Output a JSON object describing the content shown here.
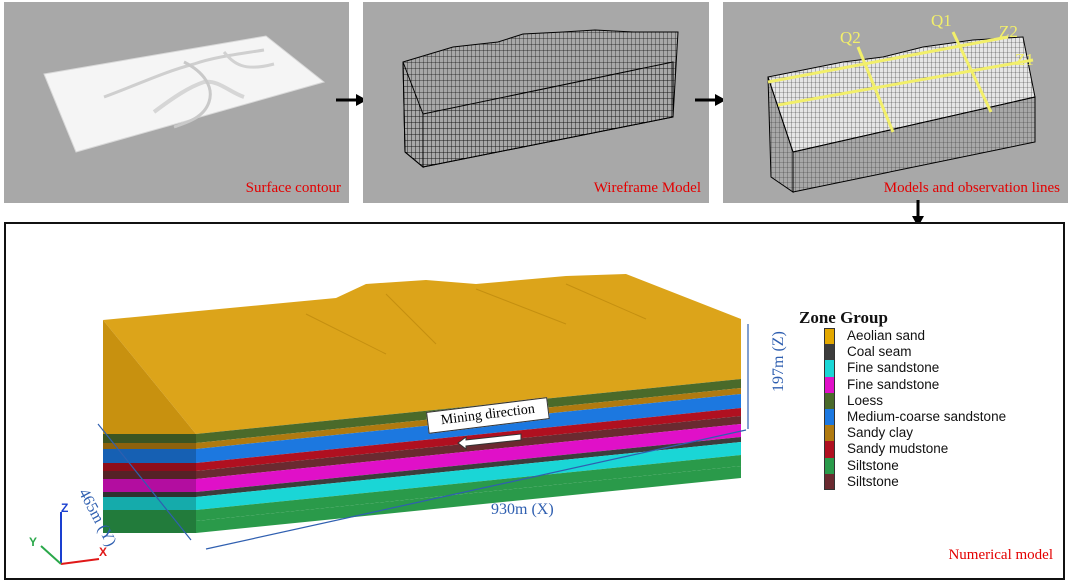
{
  "panels": [
    {
      "caption": "Surface contour"
    },
    {
      "caption": "Wireframe Model"
    },
    {
      "caption": "Models and observation lines"
    }
  ],
  "observation_lines": [
    "Q2",
    "Q1",
    "Z2",
    "Z1"
  ],
  "main": {
    "caption": "Numerical model",
    "mining_direction": "Mining direction",
    "dim_x": "930m (X)",
    "dim_y": "465m (Y)",
    "dim_z": "197m (Z)",
    "axes": {
      "x": "X",
      "y": "Y",
      "z": "Z"
    }
  },
  "legend": {
    "title": "Zone Group",
    "items": [
      {
        "label": "Aeolian sand",
        "color": "#e3a800"
      },
      {
        "label": "Coal seam",
        "color": "#3c3c3c"
      },
      {
        "label": "Fine sandstone",
        "color": "#1ad6d6"
      },
      {
        "label": "Fine sandstone",
        "color": "#e010c8"
      },
      {
        "label": "Loess",
        "color": "#4a6a2a"
      },
      {
        "label": "Medium-coarse sandstone",
        "color": "#1c78e0"
      },
      {
        "label": "Sandy clay",
        "color": "#b07a10"
      },
      {
        "label": "Sandy mudstone",
        "color": "#b01020"
      },
      {
        "label": "Siltstone",
        "color": "#2a9a4a"
      },
      {
        "label": "Siltstone",
        "color": "#6a2a30"
      }
    ]
  }
}
